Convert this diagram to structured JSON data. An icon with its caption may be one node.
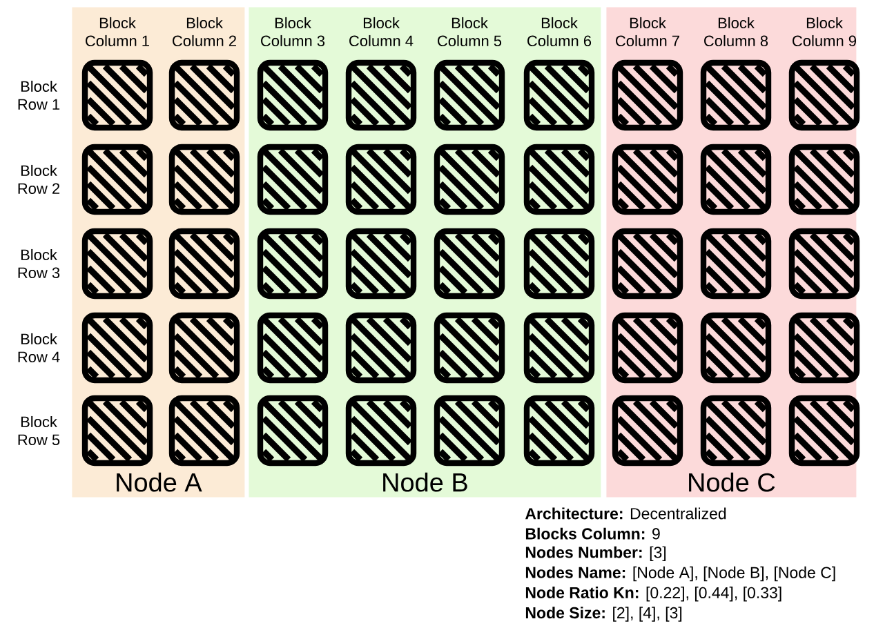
{
  "diagram": {
    "nodes": [
      {
        "text": [
          "Node A"
        ]
      },
      {
        "text": [],
        "shape": "box",
        "in": 0
      },
      {
        "text": [],
        "shape": "box",
        "in": 0
      },
      {
        "text": [],
        "shape": "box",
        "in": 0
      },
      {
        "text": [],
        "shape": "box",
        "in": 0
      },
      {
        "text": [],
        "shape": "box",
        "in": 0
      },
      {
        "text": [],
        "shape": "box",
        "in": 0
      },
      {
        "text": [],
        "shape": "box",
        "in": 0
      },
      {
        "text": [],
        "shape": "box",
        "in": 0
      },
      {
        "text": [],
        "shape": "box",
        "in": 0
      },
      {
        "text": [],
        "shape": "box",
        "in": 0
      },
      {
        "text": [
          "Node B"
        ]
      },
      {
        "text": [],
        "shape": "box",
        "in": 11
      },
      {
        "text": [],
        "shape": "box",
        "in": 11
      },
      {
        "text": [],
        "shape": "box",
        "in": 11
      },
      {
        "text": [],
        "shape": "box",
        "in": 11
      },
      {
        "text": [],
        "shape": "box",
        "in": 11
      },
      {
        "text": [],
        "shape": "box",
        "in": 11
      },
      {
        "text": [],
        "shape": "box",
        "in": 11
      },
      {
        "text": [],
        "shape": "box",
        "in": 11
      },
      {
        "text": [],
        "shape": "box",
        "in": 11
      },
      {
        "text": [],
        "shape": "box",
        "in": 11
      },
      {
        "text": [],
        "shape": "box",
        "in": 11
      },
      {
        "text": [],
        "shape": "box",
        "in": 11
      },
      {
        "text": [],
        "shape": "box",
        "in": 11
      },
      {
        "text": [],
        "shape": "box",
        "in": 11
      },
      {
        "text": [],
        "shape": "box",
        "in": 11
      },
      {
        "text": [],
        "shape": "box",
        "in": 11
      },
      {
        "text": [],
        "shape": "box",
        "in": 11
      },
      {
        "text": [],
        "shape": "box",
        "in": 11
      },
      {
        "text": [],
        "shape": "box",
        "in": 11
      },
      {
        "text": [],
        "shape": "box",
        "in": 11
      },
      {
        "text": [
          "Node C"
        ]
      },
      {
        "text": [],
        "shape": "box",
        "in": 32
      },
      {
        "text": [],
        "shape": "box",
        "in": 32
      },
      {
        "text": [],
        "shape": "box",
        "in": 32
      },
      {
        "text": [],
        "shape": "box",
        "in": 32
      },
      {
        "text": [],
        "shape": "box",
        "in": 32
      },
      {
        "text": [],
        "shape": "box",
        "in": 32
      },
      {
        "text": [],
        "shape": "box",
        "in": 32
      },
      {
        "text": [],
        "shape": "box",
        "in": 32
      },
      {
        "text": [],
        "shape": "box",
        "in": 32
      },
      {
        "text": [],
        "shape": "box",
        "in": 32
      },
      {
        "text": [],
        "shape": "box",
        "in": 32
      },
      {
        "text": [],
        "shape": "box",
        "in": 32
      },
      {
        "text": [],
        "shape": "box",
        "in": 32
      },
      {
        "text": [],
        "shape": "box",
        "in": 32
      },
      {
        "text": [],
        "shape": "box",
        "in": 32
      }
    ],
    "labels": [
      "Block Column 1",
      "Block Column 2",
      "Block Column 3",
      "Block Column 4",
      "Block Column 5",
      "Block Column 6",
      "Block Column 7",
      "Block Column 8",
      "Block Column 9",
      "Block Row 1",
      "Block Row 2",
      "Block Row 3",
      "Block Row 4",
      "Block Row 5",
      "**Architecture:** Decentralized",
      "**Blocks Column:** 9",
      "**Nodes Number:** [3]",
      "**Nodes Name:** [Node A], [Node B], [Node C]",
      "**Node Ratio Kn:** [0.22], [0.44], [0.33]",
      "**Node Size:** [2], [4], [3]"
    ]
  }
}
